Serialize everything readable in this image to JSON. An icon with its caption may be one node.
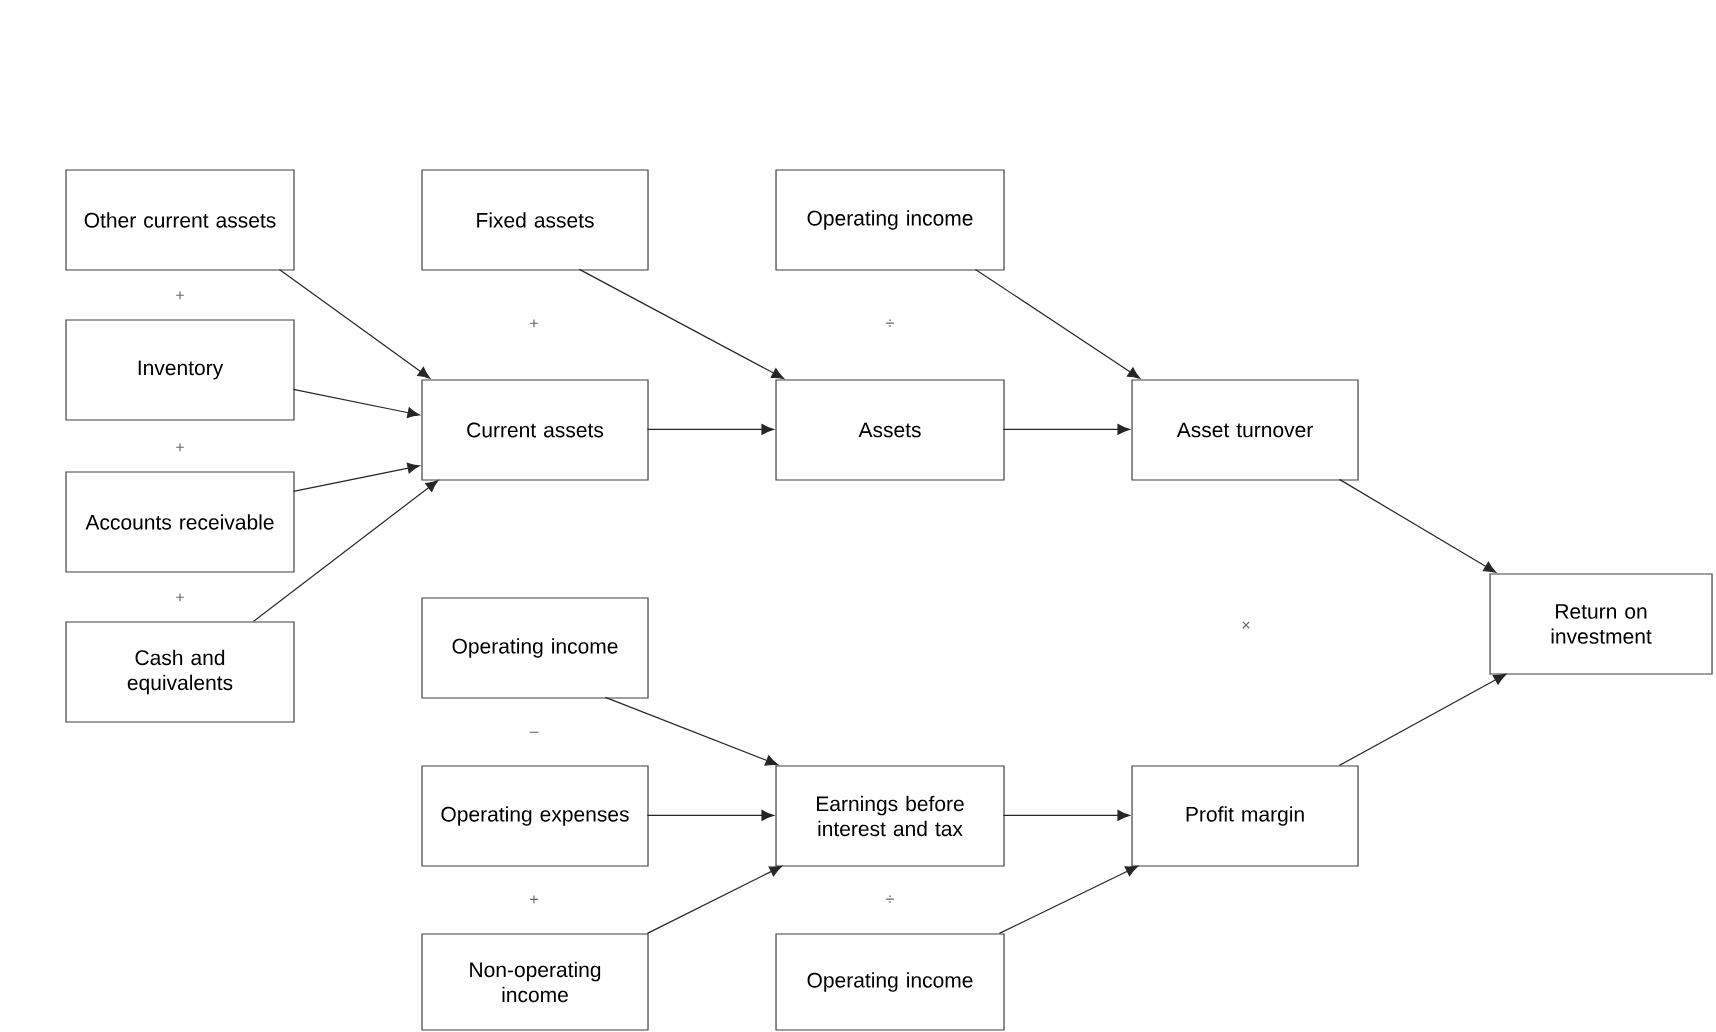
{
  "diagram": {
    "nodes": [
      {
        "text": [
          "Other current assets"
        ]
      },
      {
        "text": [
          "Inventory"
        ]
      },
      {
        "text": [
          "Accounts receivable"
        ]
      },
      {
        "text": [
          "Cash and equivalents"
        ]
      },
      {
        "text": [
          "Fixed assets"
        ]
      },
      {
        "text": [
          "Operating income"
        ]
      },
      {
        "text": [
          "Current assets"
        ]
      },
      {
        "text": [
          "Assets"
        ]
      },
      {
        "text": [
          "Asset turnover"
        ]
      },
      {
        "text": [
          "Return on investment"
        ]
      },
      {
        "text": [
          "Operating income"
        ]
      },
      {
        "text": [
          "Operating expenses"
        ]
      },
      {
        "text": [
          "Earnings before interest and tax"
        ]
      },
      {
        "text": [
          "Profit margin"
        ]
      },
      {
        "text": [
          "Non-operating income"
        ]
      },
      {
        "text": [
          "Operating income"
        ]
      }
    ],
    "edges": [
      {
        "from": 0,
        "to": 6,
        "arrow": "to"
      },
      {
        "from": 1,
        "to": 6,
        "arrow": "to"
      },
      {
        "from": 2,
        "to": 6,
        "arrow": "to"
      },
      {
        "from": 3,
        "to": 6,
        "arrow": "to"
      },
      {
        "from": 4,
        "to": 7,
        "arrow": "to"
      },
      {
        "from": 6,
        "to": 7,
        "arrow": "to"
      },
      {
        "from": 5,
        "to": 8,
        "arrow": "to"
      },
      {
        "from": 7,
        "to": 8,
        "arrow": "to"
      },
      {
        "from": 8,
        "to": 9,
        "arrow": "to"
      },
      {
        "from": 13,
        "to": 9,
        "arrow": "to"
      },
      {
        "from": 10,
        "to": 12,
        "arrow": "to"
      },
      {
        "from": 11,
        "to": 12,
        "arrow": "to"
      },
      {
        "from": 14,
        "to": 12,
        "arrow": "to"
      },
      {
        "from": 15,
        "to": 13,
        "arrow": "to"
      },
      {
        "from": 12,
        "to": 13,
        "arrow": "to"
      }
    ],
    "labels": [
      "+",
      "+",
      "÷",
      "+",
      "+",
      "×",
      "–",
      "+",
      "÷"
    ]
  }
}
